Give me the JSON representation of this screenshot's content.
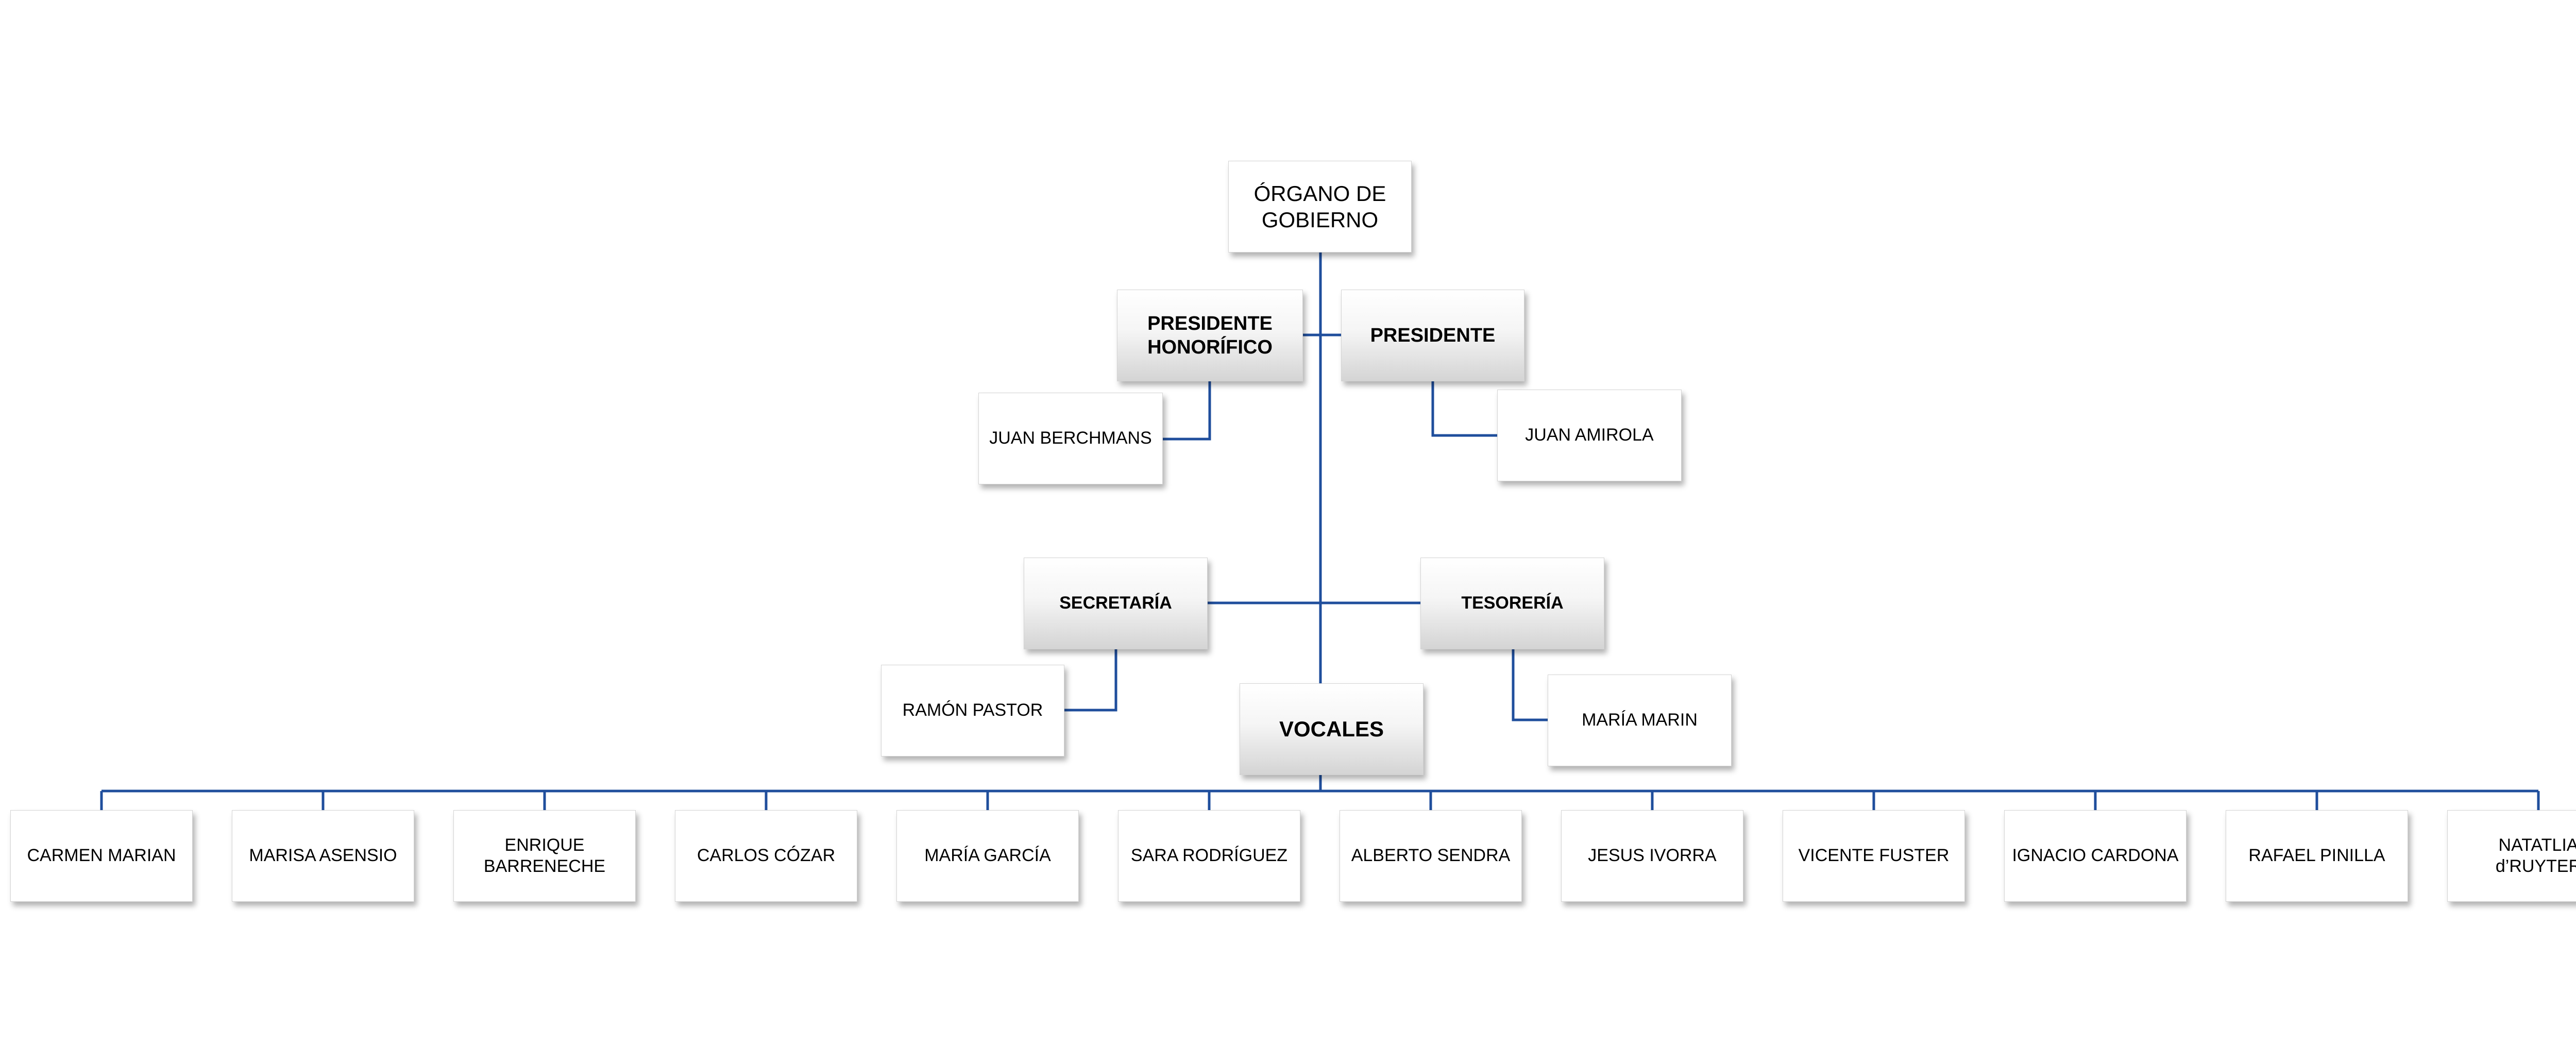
{
  "colors": {
    "connector": "#1f4e9c",
    "box_border": "#d4d4d4"
  },
  "root": {
    "label": "ÓRGANO DE GOBIERNO"
  },
  "presidente_honorifico": {
    "label": "PRESIDENTE HONORÍFICO",
    "member": "JUAN BERCHMANS"
  },
  "presidente": {
    "label": "PRESIDENTE",
    "member": "JUAN AMIROLA"
  },
  "secretaria": {
    "label": "SECRETARÍA",
    "member": "RAMÓN PASTOR"
  },
  "tesoreria": {
    "label": "TESORERÍA",
    "member": "MARÍA MARIN"
  },
  "vocales": {
    "label": "VOCALES",
    "members": [
      "CARMEN MARIAN",
      "MARISA ASENSIO",
      "ENRIQUE BARRENECHE",
      "CARLOS CÓZAR",
      "MARÍA GARCÍA",
      "SARA RODRÍGUEZ",
      "ALBERTO SENDRA",
      "JESUS IVORRA",
      "VICENTE FUSTER",
      "IGNACIO CARDONA",
      "RAFAEL PINILLA",
      "NATATLIA d’RUYTER"
    ]
  }
}
